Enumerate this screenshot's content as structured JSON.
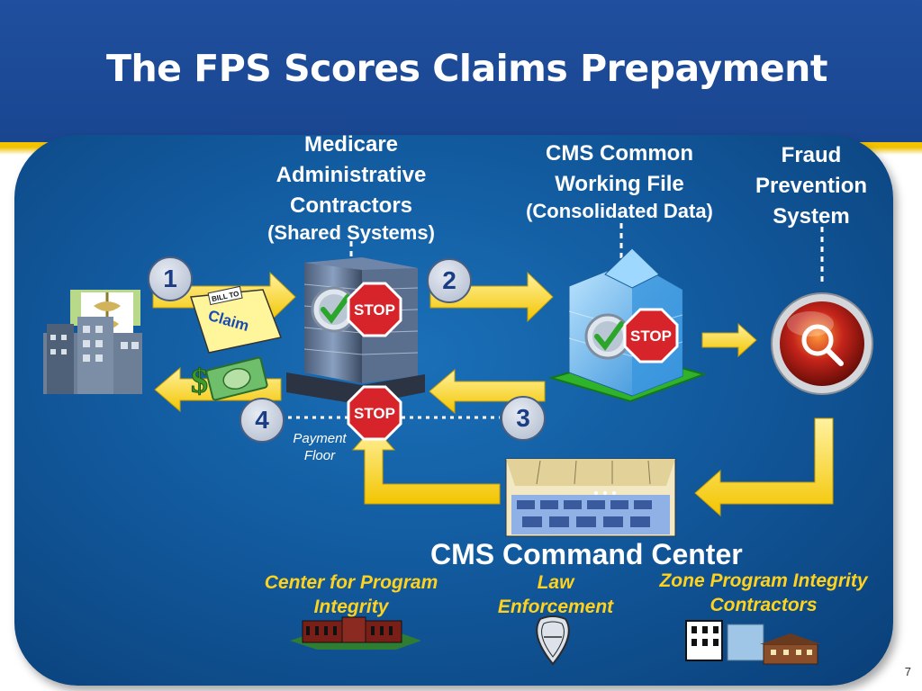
{
  "title": "The FPS Scores Claims Prepayment",
  "nodes": {
    "mac": {
      "title": "Medicare Administrative Contractors",
      "sub": "(Shared Systems)"
    },
    "cwf": {
      "title": "CMS Common Working File",
      "sub": "(Consolidated Data)"
    },
    "fps": {
      "title": "Fraud Prevention System"
    },
    "command_center": {
      "title": "CMS Command Center"
    }
  },
  "steps": [
    "1",
    "2",
    "3",
    "4"
  ],
  "claim_label": "Claim",
  "bill_to_label": "BILL TO",
  "stop_label": "STOP",
  "payment_floor": "Payment Floor",
  "partners": [
    {
      "label": "Center for Program Integrity"
    },
    {
      "label": "Law Enforcement"
    },
    {
      "label": "Zone Program Integrity Contractors"
    }
  ],
  "page_number": "7",
  "colors": {
    "header": "#1f4f9e",
    "accent": "#f5c400",
    "panel": "#125a9e",
    "stop": "#d6242a",
    "partner_text": "#ffd21e"
  }
}
